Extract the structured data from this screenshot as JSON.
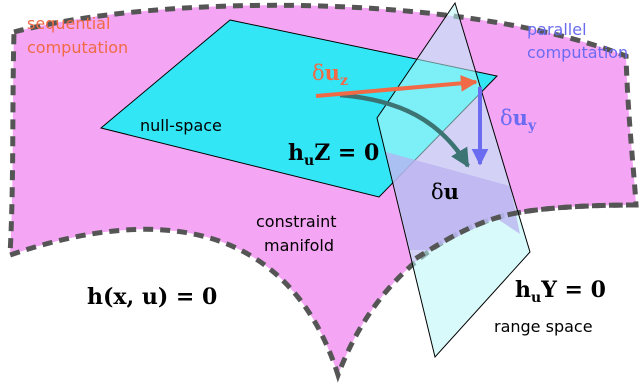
{
  "colors": {
    "manifold_fill": "#f4a6f4",
    "manifold_border": "#555555",
    "null_space_fill": "#33e6f6",
    "range_space_fill": "#b8f6f8",
    "overlap_fill": "#b9b0f0",
    "edge": "#000000",
    "sequential_text": "#f06a45",
    "parallel_text": "#6b6bf2",
    "arrow_sequential": "#f06a45",
    "arrow_parallel": "#6b6bf2",
    "arrow_result": "#3c7373"
  },
  "labels": {
    "sequential_line1": "sequential",
    "sequential_line2": "computation",
    "parallel_line1": "parallel",
    "parallel_line2": "computation",
    "null_space": "null-space",
    "constraint_line1": "constraint",
    "constraint_line2": "manifold",
    "range_space": "range space"
  },
  "math": {
    "delta_uz_prefix": "δ",
    "delta_uz_var": "u",
    "delta_uz_sub": "z",
    "delta_uy_prefix": "δ",
    "delta_uy_var": "u",
    "delta_uy_sub": "y",
    "delta_u_prefix": "δ",
    "delta_u_var": "u",
    "huZ_h": "h",
    "huZ_sub": "u",
    "huZ_rest": "Z = 0",
    "huY_h": "h",
    "huY_sub": "u",
    "huY_rest": "Y = 0",
    "hxu": "h(x, u) = 0"
  }
}
